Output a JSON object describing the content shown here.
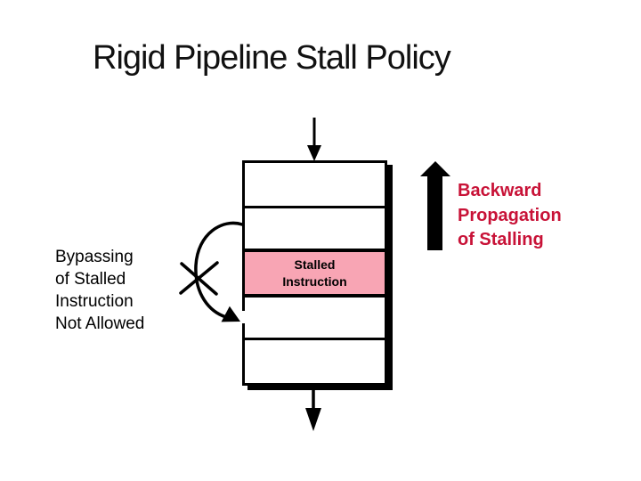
{
  "slide": {
    "title": "Rigid Pipeline Stall Policy",
    "left_caption": {
      "lines": [
        "Bypassing",
        "of Stalled",
        "Instruction",
        "Not Allowed"
      ]
    },
    "right_caption": {
      "lines": [
        "Backward",
        "Propagation",
        "of Stalling"
      ]
    },
    "pipeline": {
      "num_stages": 5,
      "stalled_stage_index": 2,
      "stalled_cell": {
        "lines": [
          "Stalled",
          "Instruction"
        ]
      }
    },
    "icons": {
      "flow_in": "down-arrow",
      "flow_out": "down-arrow",
      "bypass": "curved-arc-with-cross",
      "backward_propagation": "thick-up-arrow"
    },
    "colors": {
      "background": "#FFFFFF",
      "ink": "#000000",
      "stall_pink": "#F8A5B4",
      "accent_red": "#C81237"
    }
  }
}
